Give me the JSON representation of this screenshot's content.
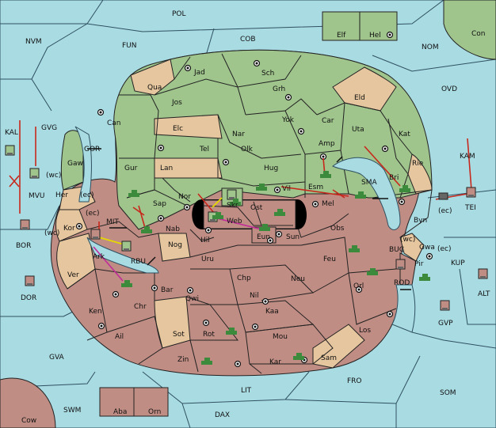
{
  "sea_labels": {
    "pol": "POL",
    "nvm": "NVM",
    "fun": "FUN",
    "cob": "COB",
    "nom": "NOM",
    "ovd": "OVD",
    "kal": "KAL",
    "gvg": "GVG",
    "mvu": "MVU",
    "wc1": "(wc)",
    "gor": "GOR",
    "kam": "KAM",
    "sma": "SMA",
    "tei": "TEI",
    "ec1": "(ec)",
    "bor": "BOR",
    "mit": "MIT",
    "ec2": "(ec)",
    "wc2": "(wc)",
    "rbu": "RBU",
    "dor": "DOR",
    "buc": "BUC",
    "wc3": "(wc)",
    "ec3": "(ec)",
    "kup": "KUP",
    "rod": "ROD",
    "alt": "ALT",
    "gvp": "GVP",
    "gva": "GVA",
    "fro": "FRO",
    "lit": "LIT",
    "som": "SOM",
    "swm": "SWM",
    "dax": "DAX"
  },
  "land_labels": {
    "elf": "Elf",
    "hel": "Hel",
    "con": "Con",
    "jad": "Jad",
    "sch": "Sch",
    "qua": "Qua",
    "jos": "Jos",
    "grh": "Grh",
    "eld": "Eld",
    "can": "Can",
    "elc": "Elc",
    "nar": "Nar",
    "yok": "Yok",
    "car": "Car",
    "uta": "Uta",
    "kat": "Kat",
    "gaw": "Gaw",
    "tel": "Tel",
    "olk": "Olk",
    "amp": "Amp",
    "gur": "Gur",
    "lan": "Lan",
    "hug": "Hug",
    "rie": "Rie",
    "bri": "Bri",
    "her": "Her",
    "ec_her": "(ec)",
    "nor": "Nor",
    "skr": "Skr",
    "vil": "Vil",
    "esm": "Esm",
    "ost": "Ost",
    "mel": "Mel",
    "sap": "Sap",
    "web": "Web",
    "byn": "Byn",
    "kor": "Kor",
    "nab": "Nab",
    "hil": "Hil",
    "eun": "Eun",
    "sun": "Sun",
    "obs": "Obs",
    "gwa": "Gwa",
    "ark": "Ark",
    "nog": "Nog",
    "uru": "Uru",
    "feu": "Feu",
    "pir": "Pir",
    "ver": "Ver",
    "chp": "Chp",
    "neu": "Neu",
    "bar": "Bar",
    "qwi": "Qwi",
    "nil": "Nil",
    "orl": "Orl",
    "ken": "Ken",
    "chr": "Chr",
    "kaa": "Kaa",
    "ail": "Ail",
    "rot": "Rot",
    "mou": "Mou",
    "sot": "Sot",
    "los": "Los",
    "zin": "Zin",
    "kar": "Kar",
    "sam": "Sam",
    "aba": "Aba",
    "orn": "Orn",
    "cow": "Cow"
  },
  "power_colors": {
    "green": "#9fc48c",
    "tan": "#e6c69e",
    "red": "#c08d84",
    "sea": "#a9dbe3",
    "move_order": "#c8281c",
    "support_order": "#c02a9a",
    "convoy_order": "#e4d800"
  }
}
